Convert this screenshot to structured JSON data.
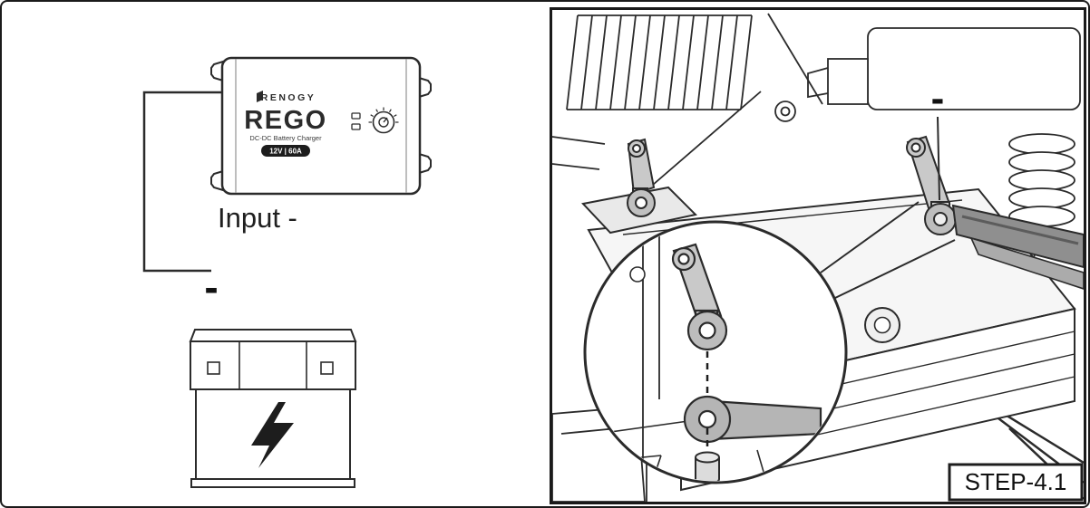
{
  "left_panel": {
    "charger": {
      "brand": "RENOGY",
      "model": "REGO",
      "product_type": "DC-DC Battery Charger",
      "rating": "12V | 60A"
    },
    "input_label": "Input -",
    "terminal_label": "-",
    "battery_icon": "lightning-bolt-icon"
  },
  "right_panel": {
    "terminal_label": "-",
    "step_label": "STEP-4.1"
  },
  "colors": {
    "outline": "#2b2b2b",
    "metal_gray": "#c2c2c2",
    "cable_gray": "#8f8f8f",
    "badge_black": "#1d1d1d",
    "background": "#ffffff"
  }
}
